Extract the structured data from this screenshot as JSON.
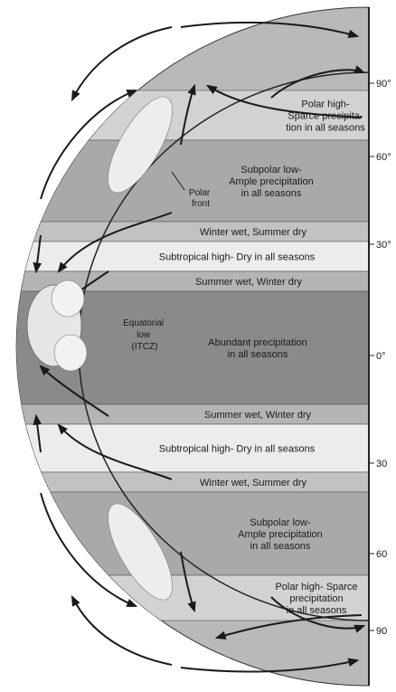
{
  "zones": [
    {
      "id": "polar-high-north",
      "lines": [
        "Polar high-",
        "Sparce precipita-",
        "tion in all seasons"
      ],
      "shade": "#d2d2d2"
    },
    {
      "id": "subpolar-low-north",
      "lines": [
        "Subpolar low-",
        "Ample precipitation",
        "in all seasons"
      ],
      "shade": "#a9a9a9"
    },
    {
      "id": "winter-wet-north",
      "lines": [
        "Winter wet, Summer dry"
      ],
      "shade": "#c2c2c2"
    },
    {
      "id": "subtropical-high-north",
      "lines": [
        "Subtropical high- Dry in all seasons"
      ],
      "shade": "#ececec"
    },
    {
      "id": "summer-wet-north",
      "lines": [
        "Summer wet, Winter dry"
      ],
      "shade": "#b4b4b4"
    },
    {
      "id": "equatorial",
      "lines": [
        "Abundant precipitation",
        "in all seasons"
      ],
      "shade": "#8a8a8a"
    },
    {
      "id": "summer-wet-south",
      "lines": [
        "Summer wet, Winter dry"
      ],
      "shade": "#b4b4b4"
    },
    {
      "id": "subtropical-high-south",
      "lines": [
        "Subtropical high- Dry in all seasons"
      ],
      "shade": "#ececec"
    },
    {
      "id": "winter-wet-south",
      "lines": [
        "Winter wet, Summer dry"
      ],
      "shade": "#c2c2c2"
    },
    {
      "id": "subpolar-low-south",
      "lines": [
        "Subpolar low-",
        "Ample precipitation",
        "in all seasons"
      ],
      "shade": "#a9a9a9"
    },
    {
      "id": "polar-high-south",
      "lines": [
        "Polar high- Sparce",
        "precipitation",
        "in all seasons"
      ],
      "shade": "#d2d2d2"
    }
  ],
  "itcz": [
    "Equatorial",
    "low",
    "(ITCZ)"
  ],
  "polar_front": [
    "Polar",
    "front"
  ],
  "latitudes": [
    "90°",
    "60°",
    "30°",
    "0°",
    "30",
    "60",
    "90"
  ]
}
